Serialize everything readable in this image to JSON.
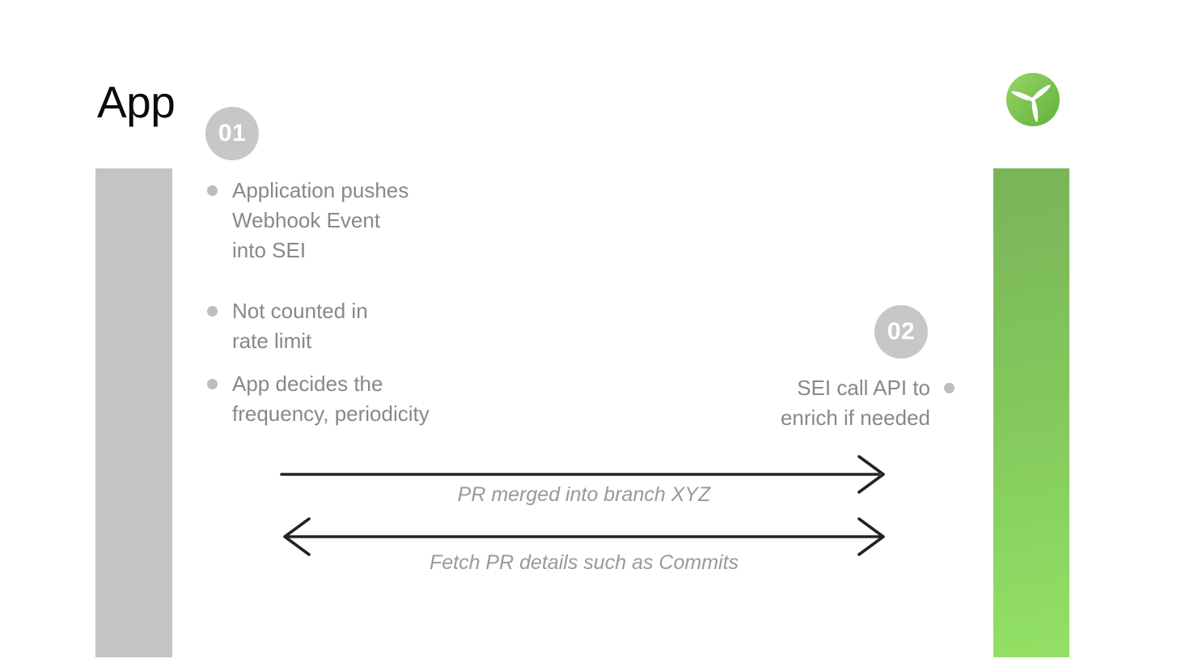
{
  "title": "App",
  "logo": {
    "icon": "propeller-turbine-icon"
  },
  "steps": [
    {
      "number": "01"
    },
    {
      "number": "02"
    }
  ],
  "left_notes": {
    "bullets": [
      {
        "line1": "Application pushes",
        "line2": "Webhook Event",
        "line3": "into SEI"
      },
      {
        "line1": "Not counted in",
        "line2": "rate limit"
      },
      {
        "line1": "App decides the",
        "line2": "frequency, periodicity"
      }
    ]
  },
  "right_note": {
    "line1": "SEI call API to",
    "line2": "enrich if needed"
  },
  "arrows": [
    {
      "label": "PR merged into branch XYZ",
      "direction": "right"
    },
    {
      "label": "Fetch PR details such as Commits",
      "direction": "both"
    }
  ],
  "colors": {
    "left_bar": "#c4c4c4",
    "right_bar_gradient_top": "#79b458",
    "right_bar_gradient_bottom": "#93e165",
    "badge_background": "#c7c7c7",
    "badge_text": "#ffffff",
    "note_text": "#85888d",
    "bullet_dot": "#bcbdbf",
    "arrow_stroke": "#232323",
    "arrow_label_text": "#97999e",
    "logo_gradient_start": "#9ad468",
    "logo_gradient_end": "#5fb23a",
    "title_text": "#0c0c0c"
  }
}
